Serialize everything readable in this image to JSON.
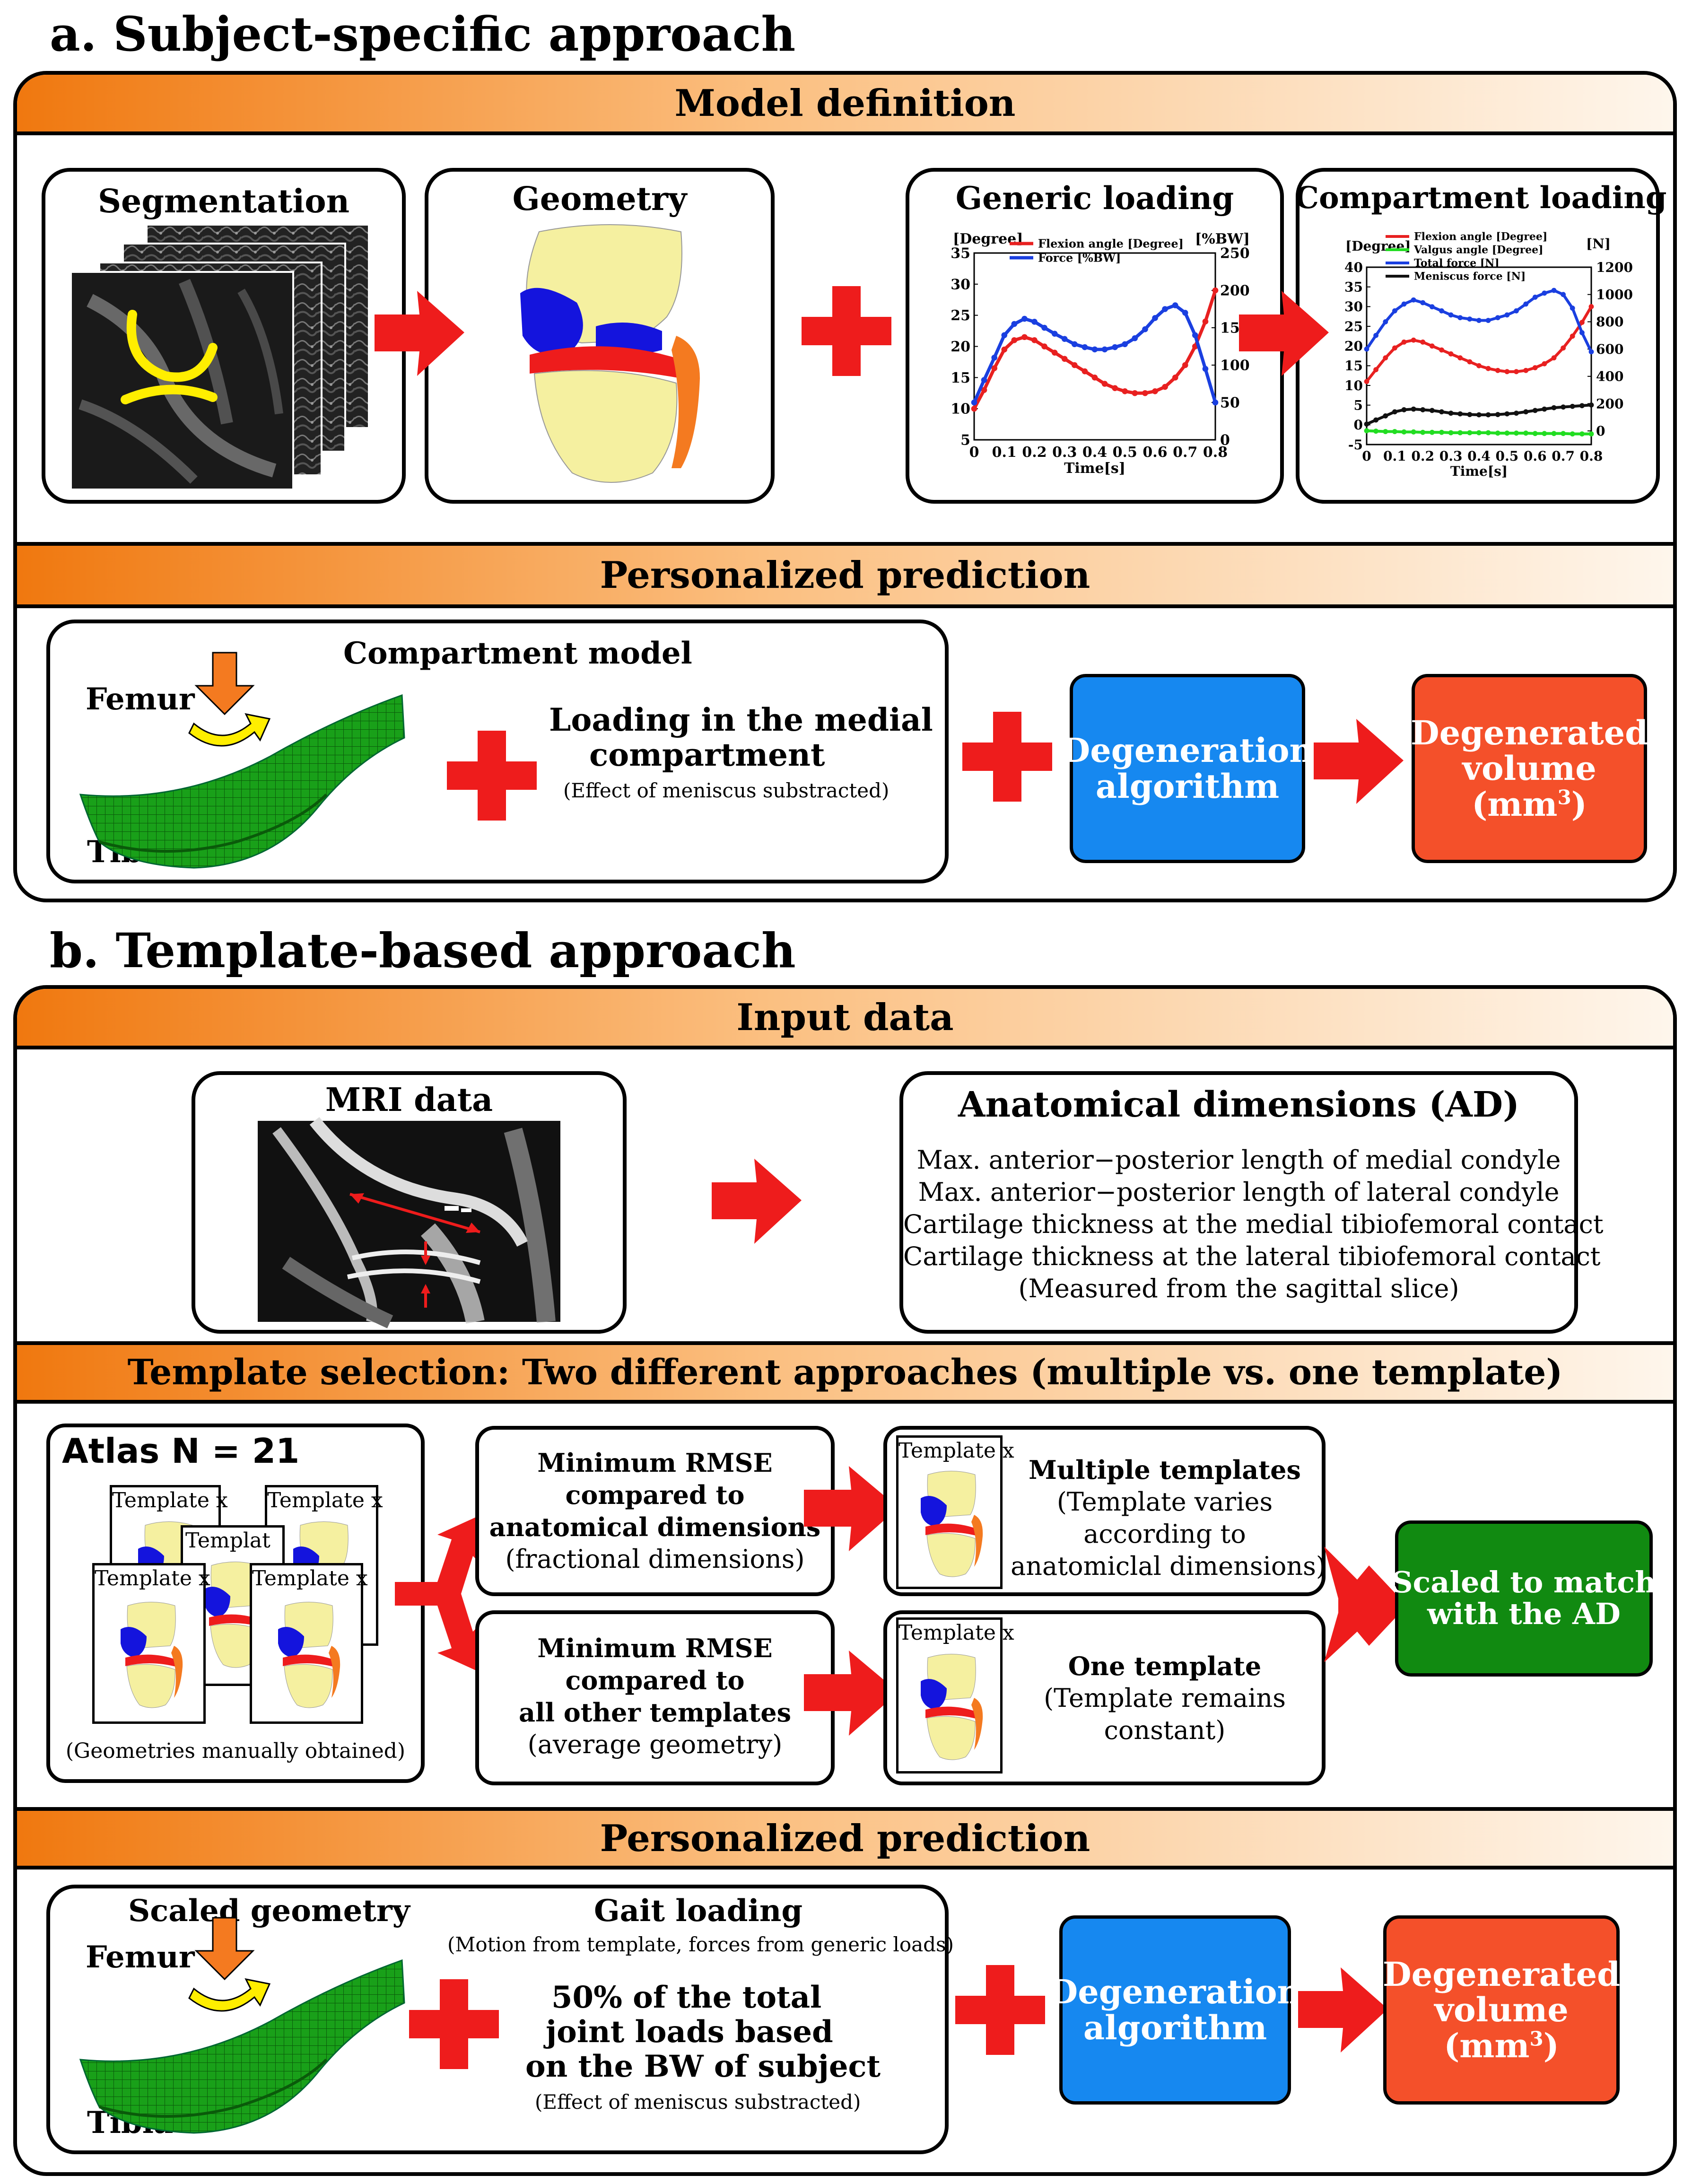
{
  "colors": {
    "arrow": "#ee1c1c",
    "plus": "#ee1c1c",
    "orange": "#f0780f",
    "blue": "#1688f0",
    "red_orange": "#f4502a",
    "green": "#118a11",
    "flexion": "#e82020",
    "force": "#1a3fe0",
    "valgus": "#22dd22",
    "meniscus": "#111111"
  },
  "a": {
    "title": "a. Subject-specific approach",
    "model_definition": "Model definition",
    "segmentation": "Segmentation",
    "geometry": "Geometry",
    "generic_loading": {
      "title": "Generic loading",
      "left_unit": "[Degree]",
      "right_unit": "[%BW]",
      "legend_flexion": "Flexion angle [Degree]",
      "legend_force": "Force [%BW]",
      "xlabel": "Time[s]"
    },
    "compartment_loading": {
      "title": "Compartment loading",
      "left_unit": "[Degree]",
      "right_unit": "[N]",
      "legend_flexion": "Flexion angle [Degree]",
      "legend_valgus": "Valgus angle [Degree]",
      "legend_total": "Total force [N]",
      "legend_meniscus": "Meniscus force [N]",
      "xlabel": "Time[s]"
    },
    "personalized_prediction": "Personalized prediction",
    "compartment_model": "Compartment model",
    "femur": "Femur",
    "tibia": "Tibia",
    "loading_line1": "Loading in the medial",
    "loading_line2": "compartment",
    "loading_note": "(Effect of meniscus substracted)",
    "degeneration_line1": "Degeneration",
    "degeneration_line2": "algorithm",
    "degenerated_line1": "Degenerated",
    "degenerated_line2": "volume",
    "degenerated_line3": "(mm",
    "degenerated_sup": "3",
    "degenerated_close": ")"
  },
  "b": {
    "title": "b. Template-based approach",
    "input_data": "Input data",
    "mri_data": "MRI data",
    "ad_title": "Anatomical dimensions (AD)",
    "ad_lines": [
      "Max. anterior−posterior  length of medial condyle",
      "Max. anterior−posterior length of lateral condyle",
      "Cartilage thickness at the medial tibiofemoral contact",
      "Cartilage thickness at the lateral tibiofemoral contact",
      "(Measured from the sagittal slice)"
    ],
    "template_selection": "Template selection: Two different approaches (multiple vs. one template)",
    "atlas": "Atlas N = 21",
    "template_x": "Template x",
    "template_partial": "Templat",
    "atlas_note": "(Geometries manually obtained)",
    "rmse1": [
      "Minimum RMSE",
      "compared to",
      "anatomical dimensions",
      "(fractional dimensions)"
    ],
    "rmse2": [
      "Minimum RMSE",
      "compared to",
      "all other templates",
      "(average geometry)"
    ],
    "multi": [
      "Multiple templates",
      "(Template varies",
      "according to",
      "anatomiclal dimensions)"
    ],
    "one": [
      "One template",
      "(Template remains",
      "constant)"
    ],
    "scaled_line1": "Scaled to match",
    "scaled_line2": "with the AD",
    "personalized_prediction": "Personalized prediction",
    "scaled_geometry": "Scaled  geometry",
    "femur": "Femur",
    "tibia": "Tibia",
    "gait_loading": "Gait loading",
    "gait_note": "(Motion from template, forces from generic loads)",
    "joint_line1": "50% of the total",
    "joint_line2": "joint loads based",
    "joint_line3": "on the BW of subject",
    "joint_note": "(Effect of meniscus substracted)",
    "degeneration_line1": "Degeneration",
    "degeneration_line2": "algorithm",
    "degenerated_line1": "Degenerated",
    "degenerated_line2": "volume",
    "degenerated_line3": "(mm",
    "degenerated_sup": "3",
    "degenerated_close": ")"
  },
  "chart_data": [
    {
      "type": "line",
      "title": "Generic loading",
      "xlabel": "Time[s]",
      "ylabel": "[Degree]",
      "y2label": "[%BW]",
      "x": [
        0,
        0.033,
        0.067,
        0.1,
        0.133,
        0.167,
        0.2,
        0.233,
        0.267,
        0.3,
        0.333,
        0.367,
        0.4,
        0.433,
        0.467,
        0.5,
        0.533,
        0.567,
        0.6,
        0.633,
        0.667,
        0.7,
        0.733,
        0.767,
        0.8
      ],
      "xticks": [
        0,
        0.1,
        0.2,
        0.3,
        0.4,
        0.5,
        0.6,
        0.7,
        0.8
      ],
      "ylim": [
        5,
        35
      ],
      "yticks": [
        5,
        10,
        15,
        20,
        25,
        30,
        35
      ],
      "y2lim": [
        0,
        250
      ],
      "y2ticks": [
        0,
        50,
        100,
        150,
        200,
        250
      ],
      "series": [
        {
          "name": "Flexion angle [Degree]",
          "axis": "left",
          "color": "#e82020",
          "values": [
            10,
            13,
            16.5,
            19.5,
            21,
            21.5,
            21,
            20,
            19,
            18,
            17,
            16,
            15,
            14,
            13.3,
            12.8,
            12.5,
            12.5,
            12.8,
            13.5,
            15,
            17,
            20,
            24,
            29
          ]
        },
        {
          "name": "Force [%BW]",
          "axis": "right",
          "color": "#1a3fe0",
          "values": [
            50,
            80,
            110,
            140,
            155,
            162,
            158,
            150,
            142,
            135,
            128,
            124,
            121,
            121,
            124,
            128,
            136,
            148,
            163,
            175,
            180,
            170,
            140,
            95,
            50
          ]
        }
      ]
    },
    {
      "type": "line",
      "title": "Compartment loading",
      "xlabel": "Time[s]",
      "ylabel": "[Degree]",
      "y2label": "[N]",
      "x": [
        0,
        0.033,
        0.067,
        0.1,
        0.133,
        0.167,
        0.2,
        0.233,
        0.267,
        0.3,
        0.333,
        0.367,
        0.4,
        0.433,
        0.467,
        0.5,
        0.533,
        0.567,
        0.6,
        0.633,
        0.667,
        0.7,
        0.733,
        0.767,
        0.8
      ],
      "xticks": [
        0,
        0.1,
        0.2,
        0.3,
        0.4,
        0.5,
        0.6,
        0.7,
        0.8
      ],
      "ylim": [
        -5,
        40
      ],
      "yticks": [
        -5,
        0,
        5,
        10,
        15,
        20,
        25,
        30,
        35,
        40
      ],
      "y2lim": [
        -100,
        1200
      ],
      "y2ticks": [
        0,
        200,
        400,
        600,
        800,
        1000,
        1200
      ],
      "series": [
        {
          "name": "Flexion angle [Degree]",
          "axis": "left",
          "color": "#e82020",
          "values": [
            11,
            14,
            17,
            19.5,
            21,
            21.5,
            21,
            20,
            19,
            18,
            17,
            16,
            15,
            14.3,
            13.8,
            13.5,
            13.5,
            13.8,
            14.5,
            15.5,
            17,
            19.5,
            22.5,
            26,
            30
          ]
        },
        {
          "name": "Valgus angle [Degree]",
          "axis": "left",
          "color": "#22dd22",
          "values": [
            -1.5,
            -1.6,
            -1.7,
            -1.7,
            -1.8,
            -1.8,
            -1.9,
            -1.9,
            -1.9,
            -2,
            -2,
            -2,
            -2,
            -2,
            -2.1,
            -2.1,
            -2.1,
            -2.1,
            -2.2,
            -2.2,
            -2.2,
            -2.2,
            -2.3,
            -2.3,
            -2.3
          ]
        },
        {
          "name": "Total force [N]",
          "axis": "right",
          "color": "#1a3fe0",
          "values": [
            600,
            700,
            800,
            880,
            930,
            960,
            940,
            910,
            880,
            850,
            830,
            820,
            810,
            810,
            830,
            850,
            880,
            930,
            980,
            1010,
            1030,
            1000,
            900,
            720,
            580
          ]
        },
        {
          "name": "Meniscus force [N]",
          "axis": "right",
          "color": "#111111",
          "values": [
            50,
            80,
            110,
            140,
            155,
            160,
            155,
            150,
            140,
            130,
            125,
            120,
            118,
            118,
            120,
            125,
            130,
            140,
            150,
            160,
            170,
            175,
            180,
            185,
            190
          ]
        }
      ]
    }
  ]
}
